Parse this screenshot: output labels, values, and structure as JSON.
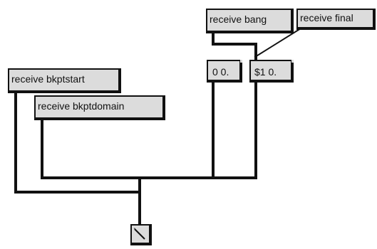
{
  "patch": {
    "objects": {
      "receive_bang": "receive bang",
      "receive_final": "receive final",
      "receive_bkptstart": "receive bkptstart",
      "receive_bkptdomain": "receive bkptdomain"
    },
    "messages": {
      "zero": "0 0.",
      "final": "$1 0."
    },
    "output_object": {
      "icon": "line-graph-icon"
    }
  },
  "colors": {
    "background": "#ffffff",
    "box_fill": "#dcdcdc",
    "outline": "#111111",
    "patch_cord": "#111111"
  }
}
